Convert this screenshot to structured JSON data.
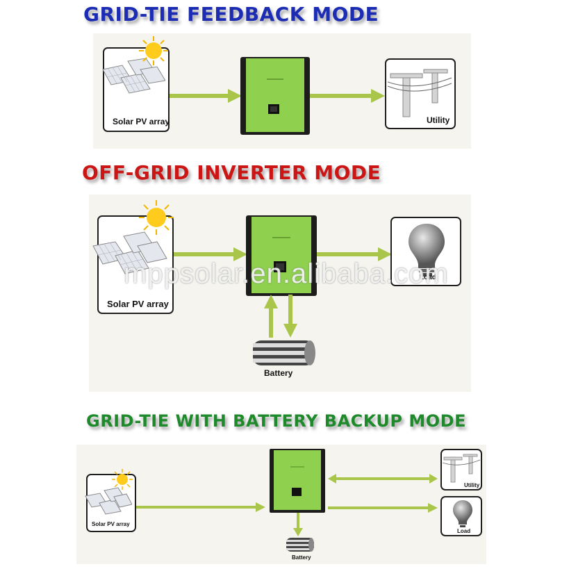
{
  "colors": {
    "mode1": "#1c2db4",
    "mode2": "#cc1616",
    "mode3": "#1f8a2c",
    "arrow": "#a9c64a",
    "inverter": "#8fd14f"
  },
  "modes": [
    {
      "title": "GRID-TIE FEEDBACK MODE",
      "labels": {
        "solar": "Solar PV array",
        "utility": "Utility"
      }
    },
    {
      "title": "OFF-GRID INVERTER MODE",
      "labels": {
        "solar": "Solar PV array",
        "load": "Load",
        "battery": "Battery"
      }
    },
    {
      "title": "GRID-TIE WITH BATTERY BACKUP MODE",
      "labels": {
        "solar": "Solar PV array",
        "utility": "Utility",
        "load": "Load",
        "battery": "Battery"
      }
    }
  ],
  "watermark": "mppsolar.en.alibaba.com"
}
